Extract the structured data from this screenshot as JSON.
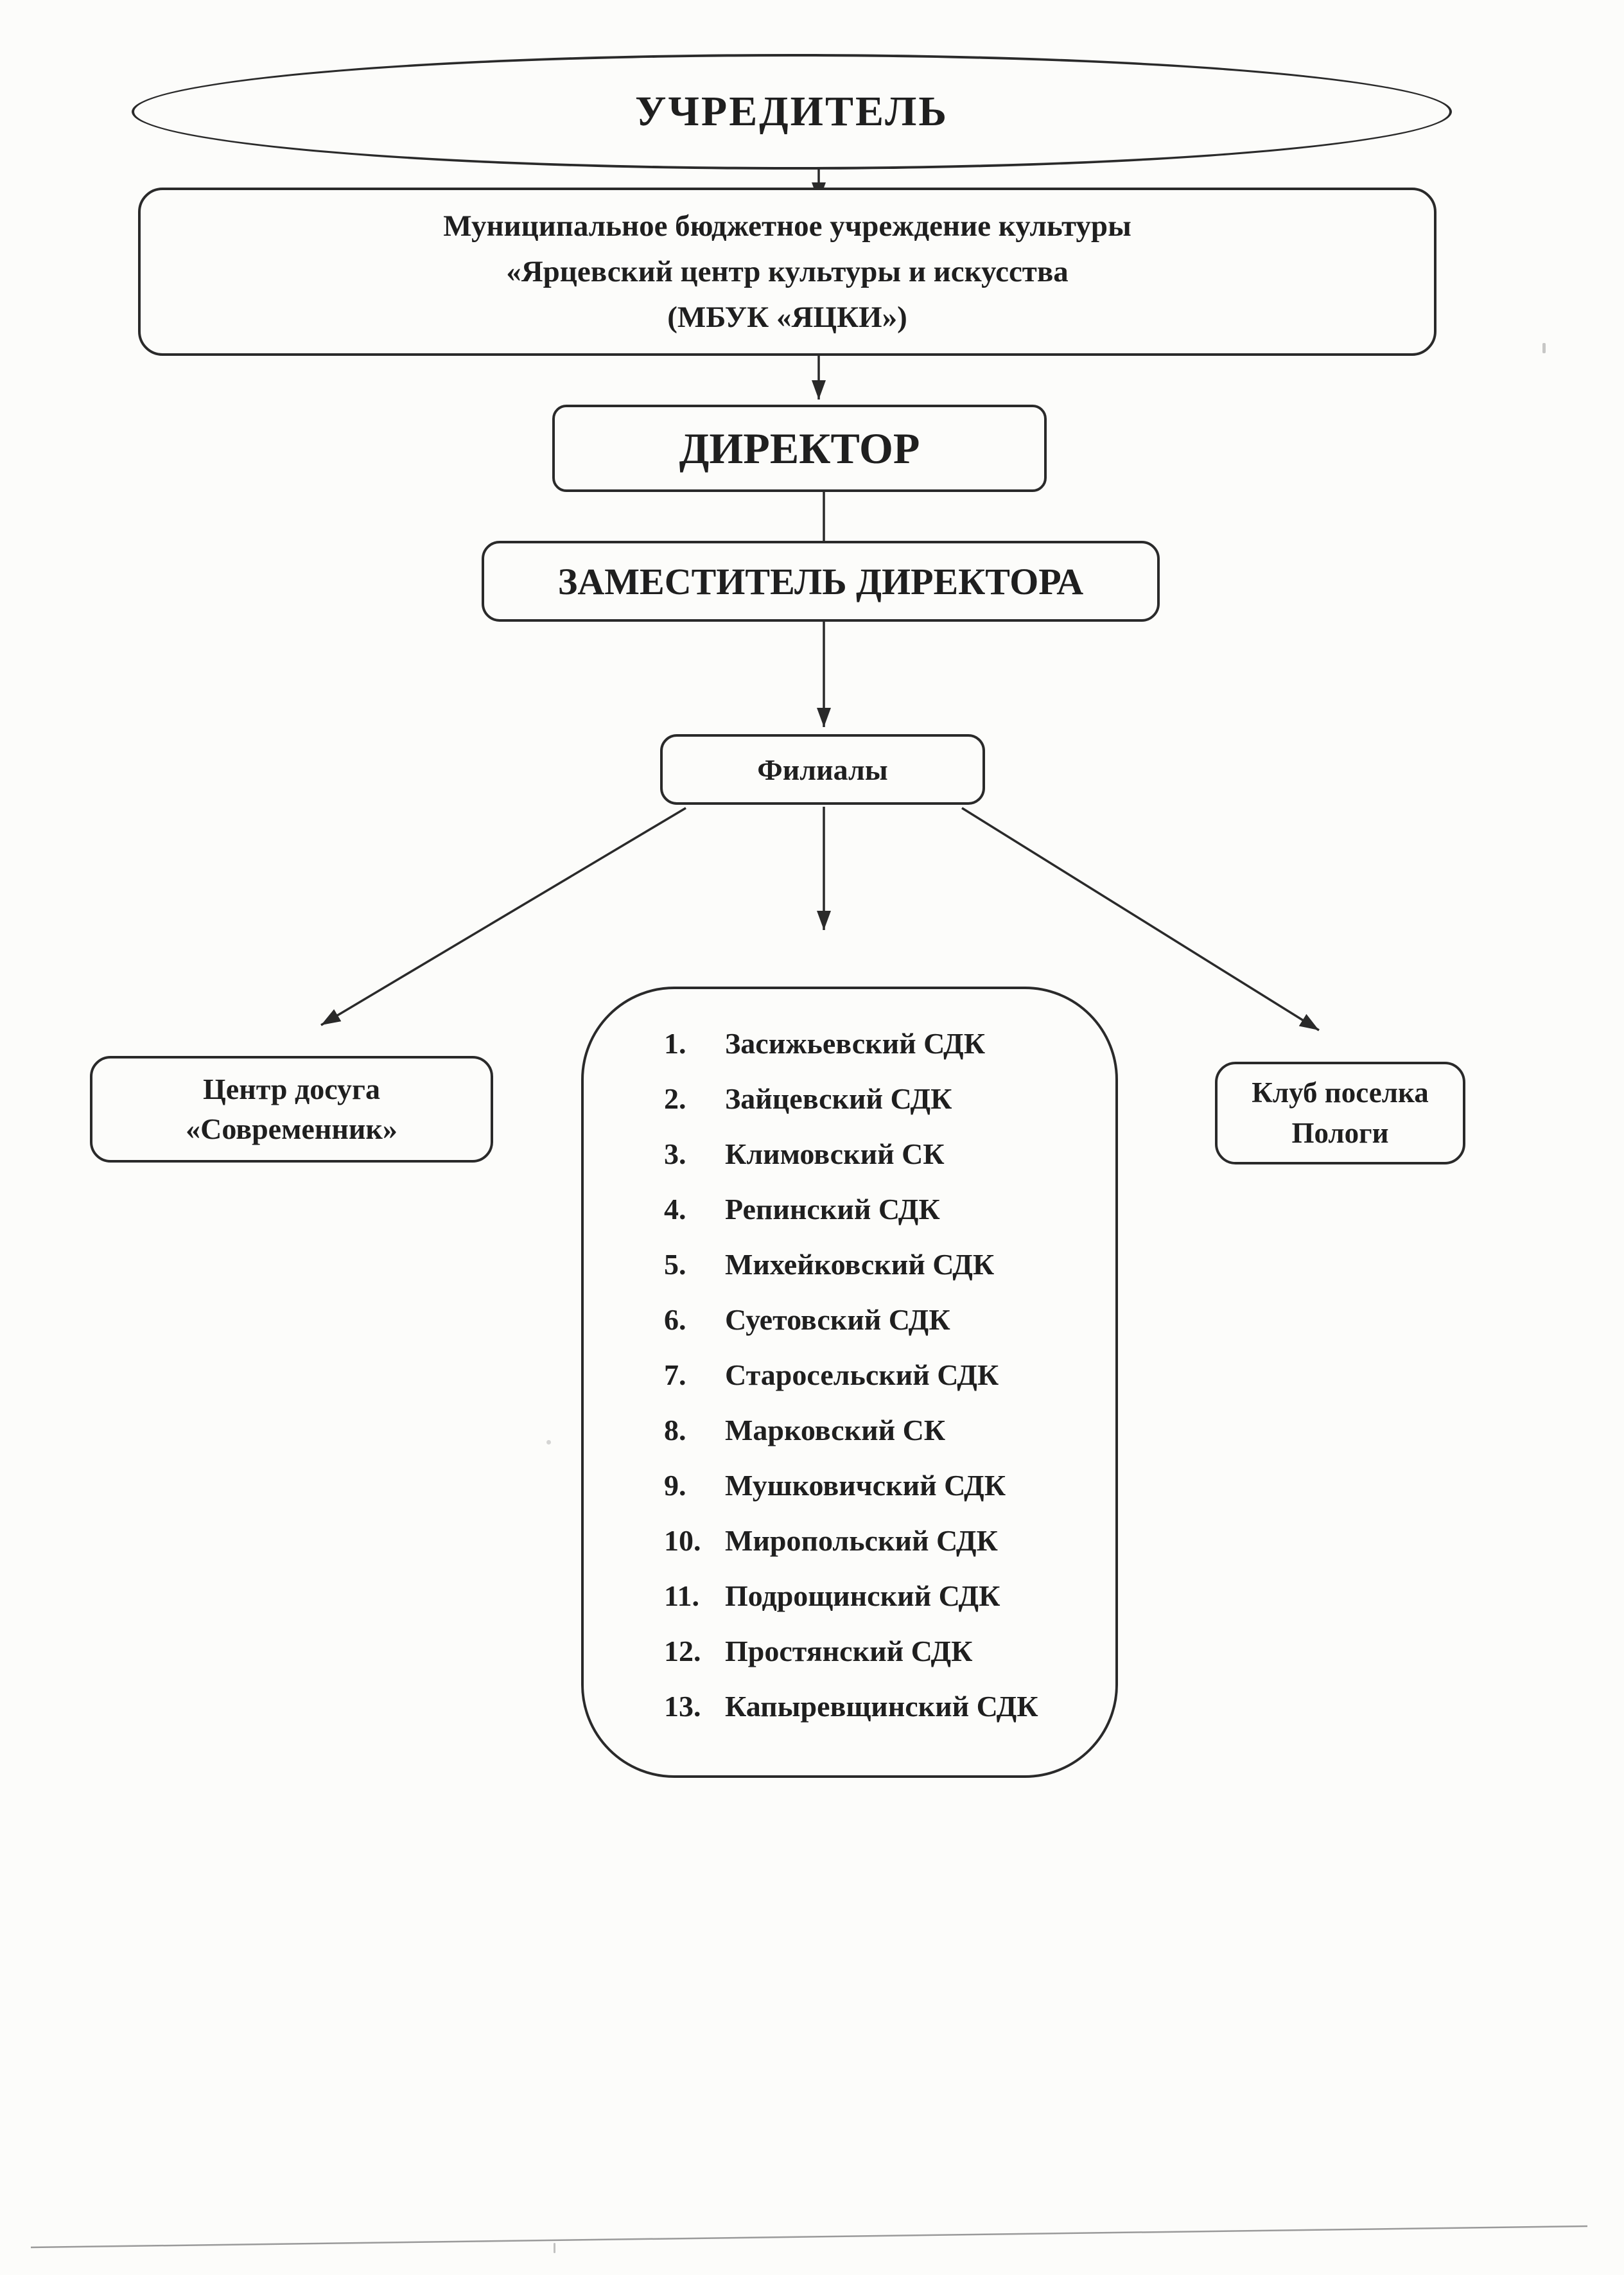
{
  "org_chart": {
    "founder": "УЧРЕДИТЕЛЬ",
    "institution": {
      "line1": "Муниципальное бюджетное учреждение культуры",
      "line2": "«Ярцевский центр культуры и искусства",
      "line3": "(МБУК «ЯЦКИ»)"
    },
    "director": "ДИРЕКТОР",
    "deputy_director": "ЗАМЕСТИТЕЛЬ ДИРЕКТОРА",
    "branches": "Филиалы",
    "leisure_center": {
      "line1": "Центр досуга",
      "line2": "«Современник»"
    },
    "village_club": {
      "line1": "Клуб поселка",
      "line2": "Пологи"
    },
    "filials": {
      "items": [
        {
          "num": "1.",
          "name": "Засижьевский СДК"
        },
        {
          "num": "2.",
          "name": "Зайцевский СДК"
        },
        {
          "num": "3.",
          "name": "Климовский СК"
        },
        {
          "num": "4.",
          "name": "Репинский СДК"
        },
        {
          "num": "5.",
          "name": "Михейковский СДК"
        },
        {
          "num": "6.",
          "name": "Суетовский СДК"
        },
        {
          "num": "7.",
          "name": "Старосельский СДК"
        },
        {
          "num": "8.",
          "name": "Марковский СК"
        },
        {
          "num": "9.",
          "name": "Мушковичский СДК"
        },
        {
          "num": "10.",
          "name": "Миропольский СДК"
        },
        {
          "num": "11.",
          "name": "Подрощинский СДК"
        },
        {
          "num": "12.",
          "name": "Простянский СДК"
        },
        {
          "num": "13.",
          "name": "Капыревщинский СДК"
        }
      ]
    },
    "colors": {
      "ink": "#2a2a2a",
      "paper": "#fcfcfa",
      "scan_line": "#8a8a8a"
    }
  }
}
